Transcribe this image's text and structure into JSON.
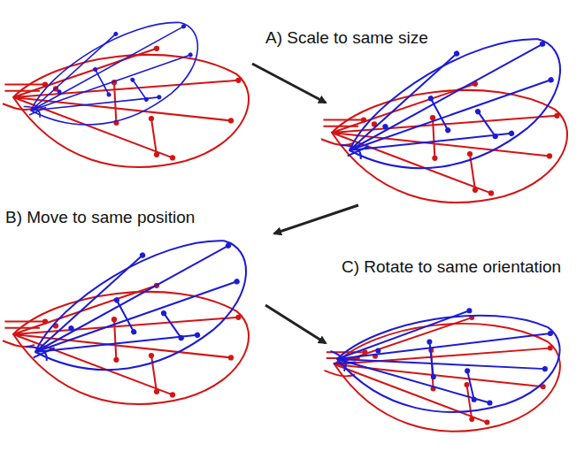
{
  "diagram": {
    "labels": [
      "A) Scale to same size",
      "B) Move to same position",
      "C) Rotate to same orientation"
    ]
  }
}
